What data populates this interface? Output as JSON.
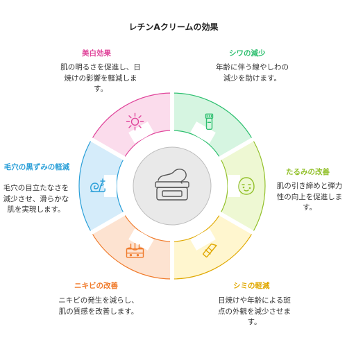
{
  "title": "レチンAクリームの効果",
  "sections": [
    {
      "title": "シワの減少",
      "desc": "年齢に伴う線やしわの減少を助けます。",
      "color": "#2dbf6f",
      "fill": "#d6f5e1",
      "icon": "razor-icon"
    },
    {
      "title": "たるみの改善",
      "desc": "肌の引き締めと弾力性の向上を促進します。",
      "color": "#92c02a",
      "fill": "#eef8d3",
      "icon": "face-mask-icon"
    },
    {
      "title": "シミの軽減",
      "desc": "日焼けや年齢による斑点の外観を減少させます。",
      "color": "#e0a800",
      "fill": "#fff6cf",
      "icon": "lipstick-icon"
    },
    {
      "title": "ニキビの改善",
      "desc": "ニキビの発生を減らし、肌の質感を改善します。",
      "color": "#f07a2a",
      "fill": "#fde3d1",
      "icon": "skin-layers-icon"
    },
    {
      "title": "毛穴の黒ずみの軽減",
      "desc": "毛穴の目立たなさを減少させ、滑らかな肌を実現します。",
      "color": "#2a9fd8",
      "fill": "#d5ecfa",
      "icon": "snail-sparkle-icon"
    },
    {
      "title": "美白効果",
      "desc": "肌の明るさを促進し、日焼けの影響を軽減します。",
      "color": "#e0459b",
      "fill": "#fbdcec",
      "icon": "sun-icon"
    }
  ],
  "center_icon": "cream-jar-icon"
}
